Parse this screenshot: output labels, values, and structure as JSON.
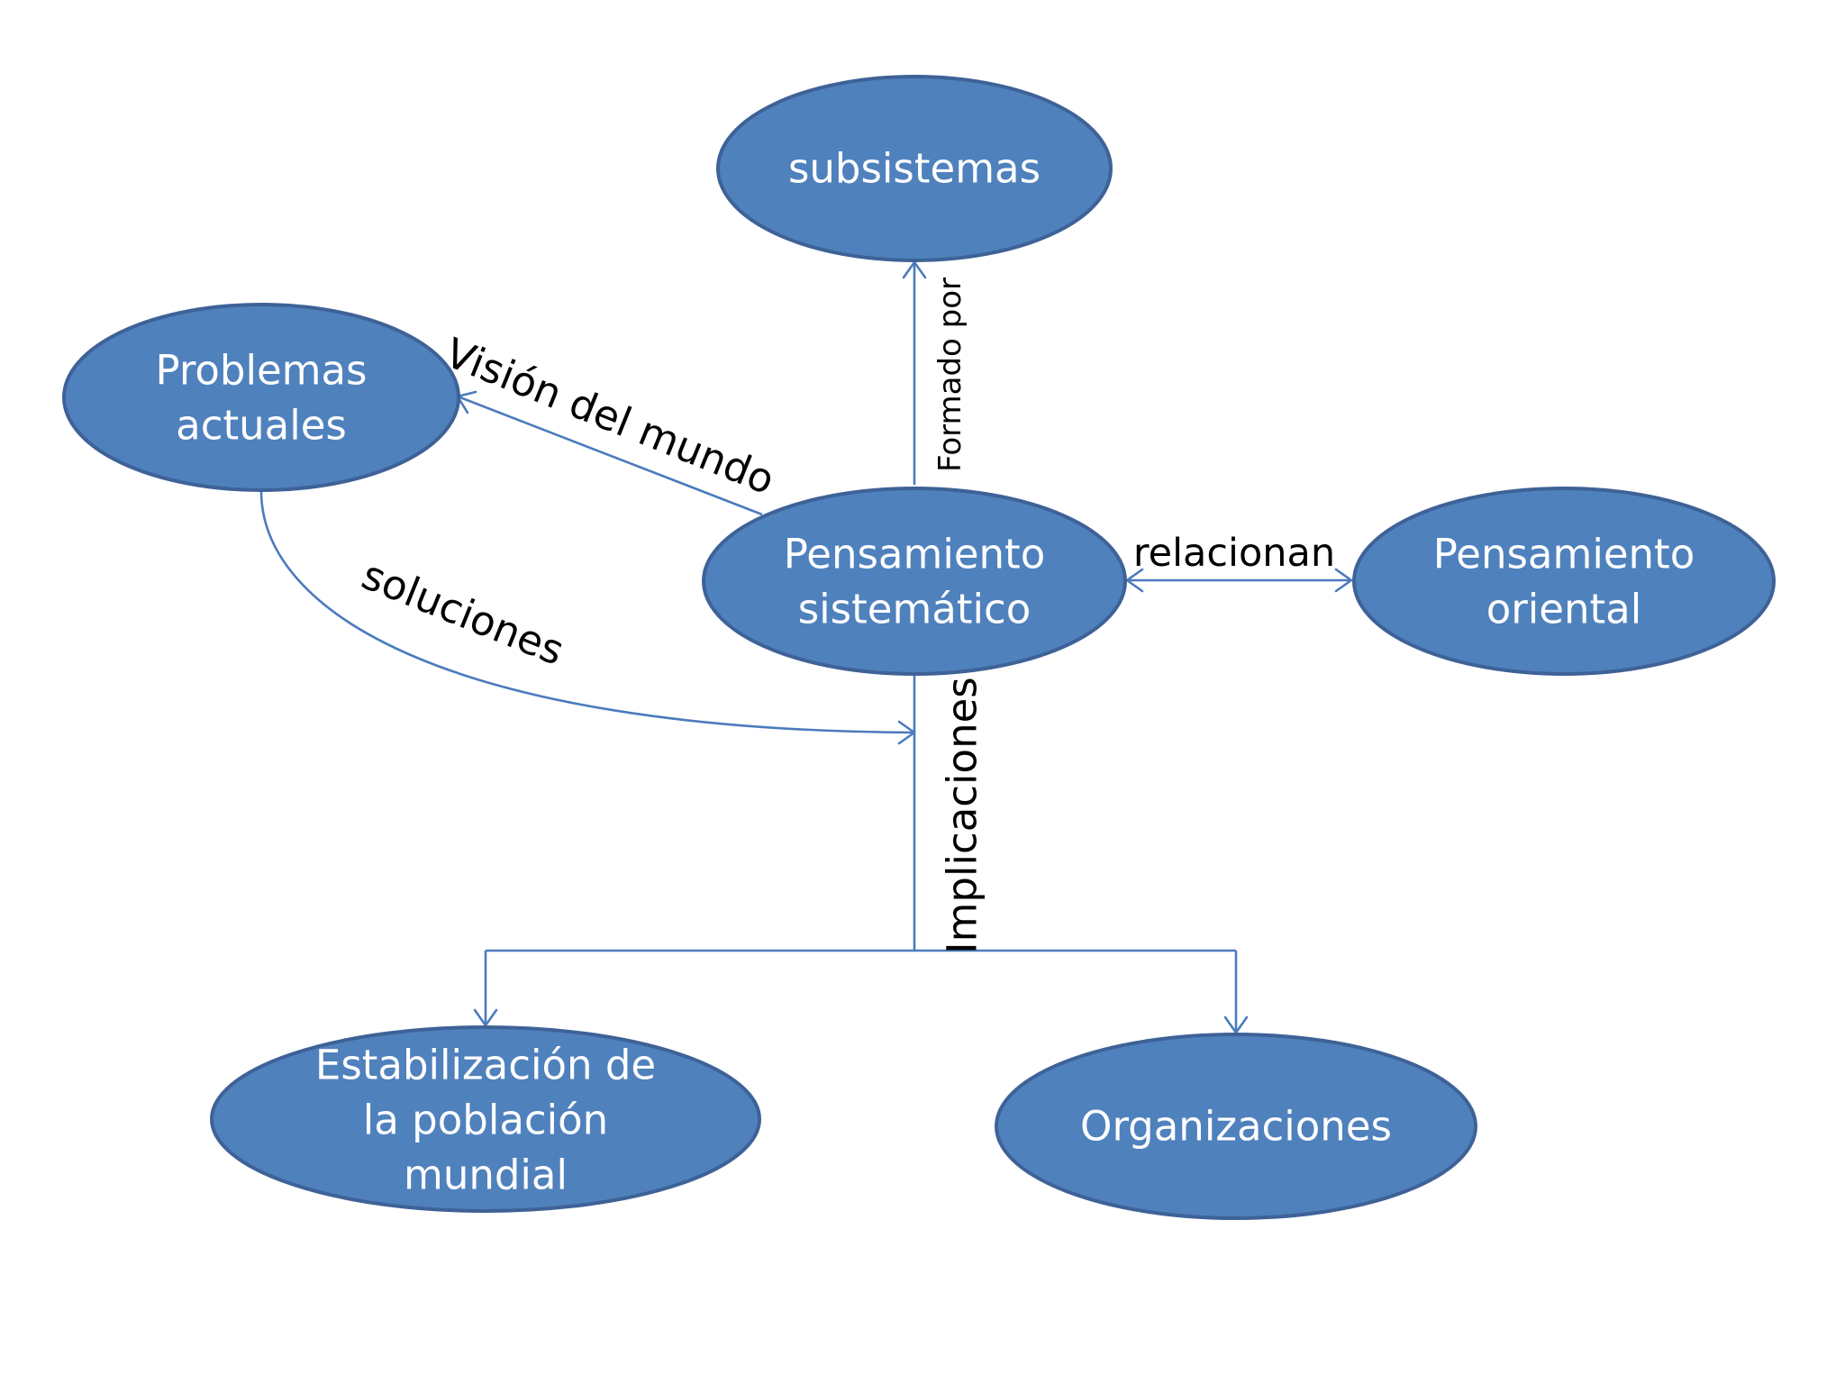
{
  "colors": {
    "node_fill": "#4f81bd",
    "node_border": "#3e6297",
    "node_text": "#ffffff",
    "connector": "#4b7bbd",
    "label_text": "#000000",
    "background": "#ffffff"
  },
  "nodes": {
    "subsistemas": {
      "lines": [
        "subsistemas"
      ]
    },
    "problemas": {
      "lines": [
        "Problemas",
        "actuales"
      ]
    },
    "pensamiento_sistematico": {
      "lines": [
        "Pensamiento",
        "sistemático"
      ]
    },
    "pensamiento_oriental": {
      "lines": [
        "Pensamiento",
        "oriental"
      ]
    },
    "estabilizacion": {
      "lines": [
        "Estabilización de",
        "la población",
        "mundial"
      ]
    },
    "organizaciones": {
      "lines": [
        "Organizaciones"
      ]
    }
  },
  "edges": {
    "formado_por": {
      "label": "Formado por"
    },
    "vision_del_mundo": {
      "label": "Visión del mundo"
    },
    "relacionan": {
      "label": "relacionan"
    },
    "soluciones": {
      "label": "soluciones"
    },
    "implicaciones": {
      "label": "Implicaciones"
    }
  }
}
